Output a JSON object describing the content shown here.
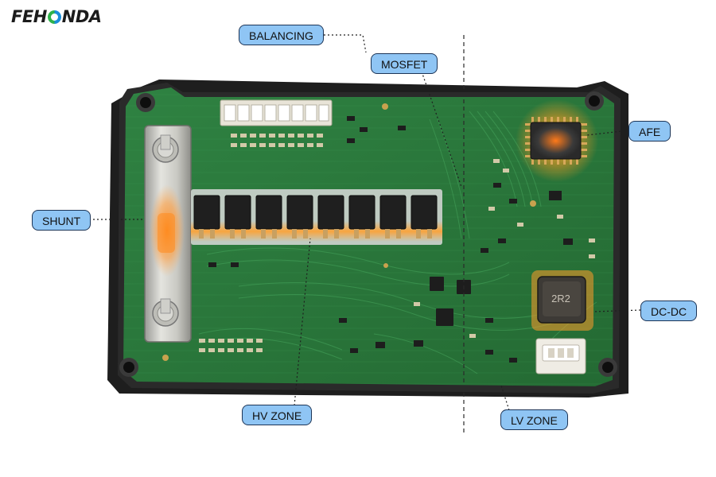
{
  "brand": {
    "logo_text_a": "FEH",
    "logo_text_b": "NDA"
  },
  "labels": {
    "balancing": "BALANCING",
    "mosfet": "MOSFET",
    "afe": "AFE",
    "shunt": "SHUNT",
    "dcdc": "DC-DC",
    "hv_zone": "HV ZONE",
    "lv_zone": "LV ZONE"
  },
  "components": {
    "inductor_marking": "2R2"
  },
  "colors": {
    "pcb_green": "#2c7a3c",
    "enclosure": "#1e1e1e",
    "callout_fill": "#8fc5f4",
    "callout_border": "#1d3557",
    "heat_glow": "#ff8a1e"
  }
}
